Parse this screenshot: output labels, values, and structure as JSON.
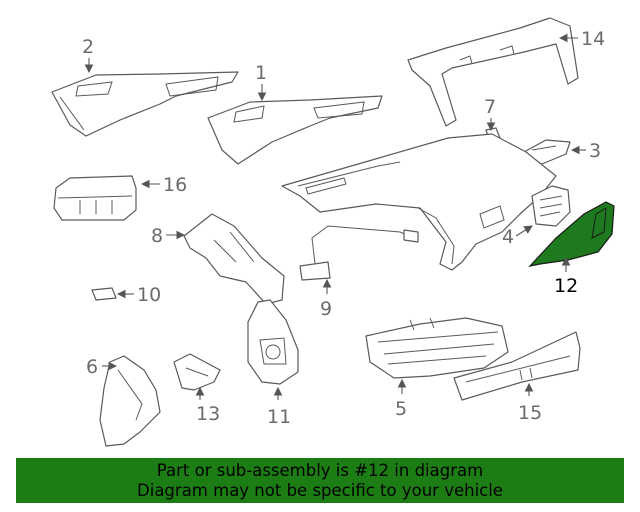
{
  "callouts": {
    "c1": "1",
    "c2": "2",
    "c3": "3",
    "c4": "4",
    "c5": "5",
    "c6": "6",
    "c7": "7",
    "c8": "8",
    "c9": "9",
    "c10": "10",
    "c11": "11",
    "c12": "12",
    "c13": "13",
    "c14": "14",
    "c15": "15",
    "c16": "16"
  },
  "highlight_color": "#1f7a1f",
  "footer": {
    "line1": "Part or sub-assembly is #12 in diagram",
    "line2": "Diagram may not be specific to your vehicle",
    "background": "#1c7d14"
  }
}
